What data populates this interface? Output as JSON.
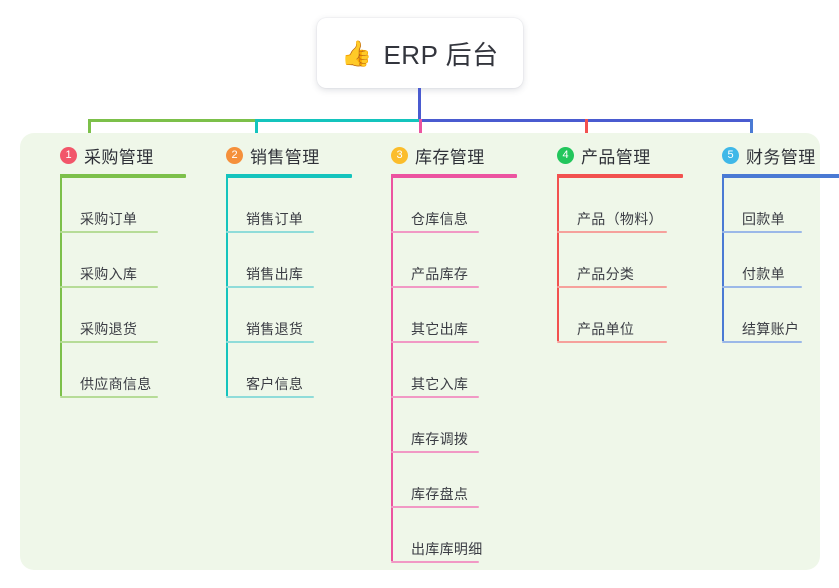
{
  "root": {
    "icon": "thumbs-up-emoji",
    "emoji": "👍",
    "title": "ERP 后台"
  },
  "theme": {
    "page_bg": "#ffffff",
    "panel_bg": "#eff7e9",
    "card_bg": "#ffffff",
    "text": "#2f3138",
    "trunk_line": "#4a5bd0"
  },
  "columns": [
    {
      "index": "1",
      "title": "采购管理",
      "badge_color": "#f2566a",
      "line_color": "#7cc04a",
      "item_line_color": "#b6dc97",
      "items": [
        {
          "label": "采购订单"
        },
        {
          "label": "采购入库"
        },
        {
          "label": "采购退货"
        },
        {
          "label": "供应商信息"
        }
      ]
    },
    {
      "index": "2",
      "title": "销售管理",
      "badge_color": "#f5903b",
      "line_color": "#14c4bd",
      "item_line_color": "#8fdcd9",
      "items": [
        {
          "label": "销售订单"
        },
        {
          "label": "销售出库"
        },
        {
          "label": "销售退货"
        },
        {
          "label": "客户信息"
        }
      ]
    },
    {
      "index": "3",
      "title": "库存管理",
      "badge_color": "#fbbd2b",
      "line_color": "#ec54a0",
      "item_line_color": "#f199c5",
      "items": [
        {
          "label": "仓库信息"
        },
        {
          "label": "产品库存"
        },
        {
          "label": "其它出库"
        },
        {
          "label": "其它入库"
        },
        {
          "label": "库存调拨"
        },
        {
          "label": "库存盘点"
        },
        {
          "label": "出库库明细"
        }
      ]
    },
    {
      "index": "4",
      "title": "产品管理",
      "badge_color": "#22c65c",
      "line_color": "#f2514f",
      "item_line_color": "#f6a19c",
      "items": [
        {
          "label": "产品（物料）"
        },
        {
          "label": "产品分类"
        },
        {
          "label": "产品单位"
        }
      ]
    },
    {
      "index": "5",
      "title": "财务管理",
      "badge_color": "#3fb8e8",
      "line_color": "#4a7ad4",
      "item_line_color": "#9bb8e8",
      "items": [
        {
          "label": "回款单"
        },
        {
          "label": "付款单"
        },
        {
          "label": "结算账户"
        }
      ]
    }
  ]
}
